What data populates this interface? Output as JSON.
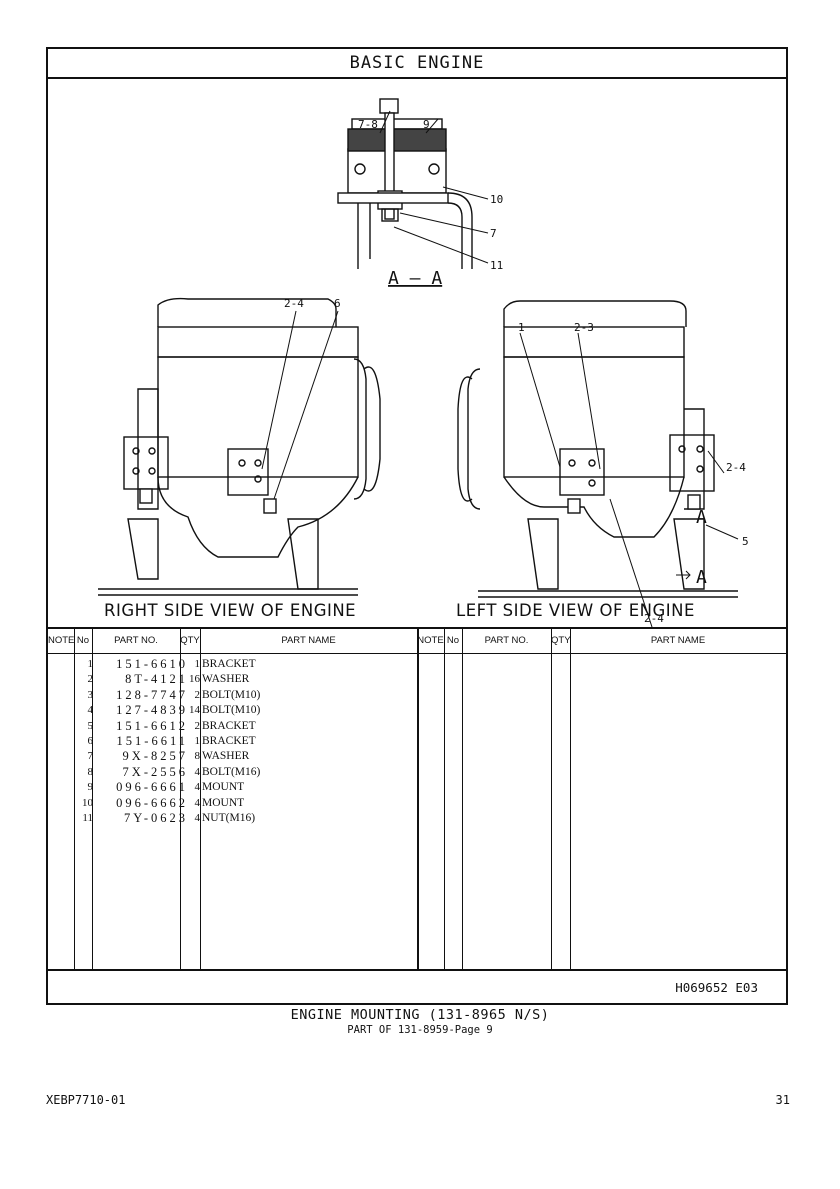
{
  "section_title": "BASIC ENGINE",
  "views": {
    "section": "A – A",
    "right": "RIGHT SIDE VIEW OF ENGINE",
    "left": "LEFT SIDE VIEW OF ENGINE"
  },
  "callouts": {
    "c78": "7-8",
    "c9": "9",
    "c10": "10",
    "c7": "7",
    "c11": "11",
    "c24a": "2-4",
    "c6": "6",
    "c1": "1",
    "c23": "2-3",
    "c24b": "2-4",
    "c5": "5",
    "c24c": "2-4",
    "cA1": "A",
    "cA2": "A"
  },
  "table_headers": {
    "note": "NOTE",
    "no": "No",
    "part_no": "PART NO.",
    "qty": "QTY",
    "part_name": "PART NAME"
  },
  "parts": [
    {
      "no": "1",
      "part_no": "151-6610",
      "qty": "1",
      "name": "BRACKET"
    },
    {
      "no": "2",
      "part_no": "8T-4121",
      "qty": "16",
      "name": "WASHER"
    },
    {
      "no": "3",
      "part_no": "128-7747",
      "qty": "2",
      "name": "BOLT(M10)"
    },
    {
      "no": "4",
      "part_no": "127-4839",
      "qty": "14",
      "name": "BOLT(M10)"
    },
    {
      "no": "5",
      "part_no": "151-6612",
      "qty": "2",
      "name": "BRACKET"
    },
    {
      "no": "6",
      "part_no": "151-6611",
      "qty": "1",
      "name": "BRACKET"
    },
    {
      "no": "7",
      "part_no": "9X-8257",
      "qty": "8",
      "name": "WASHER"
    },
    {
      "no": "8",
      "part_no": "7X-2556",
      "qty": "4",
      "name": "BOLT(M16)"
    },
    {
      "no": "9",
      "part_no": "096-6661",
      "qty": "4",
      "name": "MOUNT"
    },
    {
      "no": "10",
      "part_no": "096-6662",
      "qty": "4",
      "name": "MOUNT"
    },
    {
      "no": "11",
      "part_no": "7Y-0623",
      "qty": "4",
      "name": "NUT(M16)"
    }
  ],
  "illustration_code": "H069652  E03",
  "caption": "ENGINE MOUNTING (131-8965 N/S)",
  "subcaption": "PART OF 131-8959-Page 9",
  "doc_id": "XEBP7710-01",
  "page_number": "31"
}
